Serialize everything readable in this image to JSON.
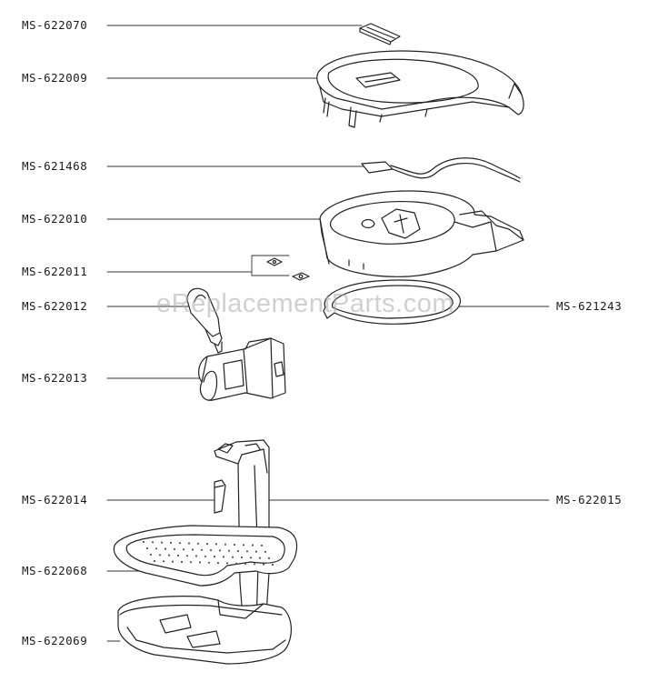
{
  "watermark": "eReplacementParts.com",
  "labels": {
    "p622070": "MS-622070",
    "p622009": "MS-622009",
    "p621468": "MS-621468",
    "p622010": "MS-622010",
    "p622011": "MS-622011",
    "p622012": "MS-622012",
    "p621243": "MS-621243",
    "p622013": "MS-622013",
    "p622014": "MS-622014",
    "p622015": "MS-622015",
    "p622068": "MS-622068",
    "p622069": "MS-622069"
  }
}
